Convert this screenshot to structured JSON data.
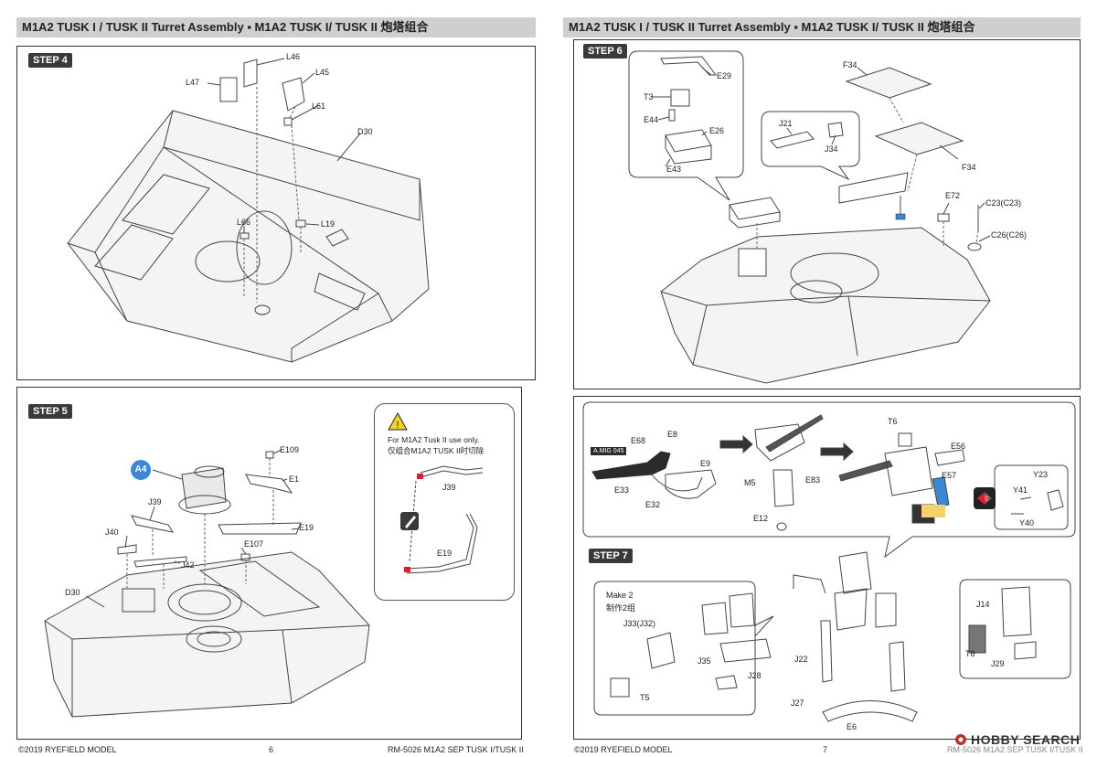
{
  "left_page": {
    "header": "M1A2 TUSK I / TUSK II Turret Assembly ▪ M1A2 TUSK I/ TUSK II 炮塔组合",
    "step4": {
      "label": "STEP 4",
      "parts": {
        "L47": "L47",
        "L46": "L46",
        "L45": "L45",
        "L61": "L61",
        "D30": "D30",
        "L66": "L66",
        "L19": "L19"
      }
    },
    "step5": {
      "label": "STEP 5",
      "badge": "A4",
      "parts": {
        "E109": "E109",
        "E1": "E1",
        "J39": "J39",
        "E19": "E19",
        "E107": "E107",
        "J40": "J40",
        "J42": "J42",
        "D30": "D30"
      },
      "callout": {
        "note_en": "For M1A2 Tusk II use only.",
        "note_cn": "仅组合M1A2 TUSK II时切除",
        "part_j39": "J39",
        "part_e19": "E19"
      }
    },
    "footer": {
      "copyright": "©2019 RYEFIELD MODEL",
      "page": "6",
      "product": "RM-5026 M1A2 SEP TUSK I/TUSK II"
    }
  },
  "right_page": {
    "header": "M1A2 TUSK I / TUSK II Turret Assembly ▪ M1A2 TUSK I/ TUSK II 炮塔组合",
    "step6": {
      "label": "STEP 6",
      "parts": {
        "E29": "E29",
        "T3": "T3",
        "E44": "E44",
        "E26": "E26",
        "E43": "E43",
        "J21": "J21",
        "J34": "J34",
        "F34a": "F34",
        "F34b": "F34",
        "E72": "E72",
        "C23": "C23(C23)",
        "C26": "C26(C26)"
      }
    },
    "mg_panel": {
      "paint_tag": "A.MIG 045",
      "parts": {
        "E68": "E68",
        "E8": "E8",
        "E9": "E9",
        "E33": "E33",
        "E32": "E32",
        "M5": "M5",
        "E83": "E83",
        "E12": "E12",
        "T6": "T6",
        "E56": "E56",
        "E57": "E57",
        "Y23": "Y23",
        "Y41": "Y41",
        "Y40": "Y40"
      }
    },
    "step7": {
      "label": "STEP 7",
      "make2_en": "Make 2",
      "make2_cn": "制作2组",
      "parts": {
        "J33": "J33(J32)",
        "T5": "T5",
        "J35": "J35",
        "J28": "J28",
        "J22": "J22",
        "J27": "J27",
        "E6": "E6",
        "J14": "J14",
        "T8": "T8",
        "J29": "J29"
      }
    },
    "footer": {
      "copyright": "©2019 RYEFIELD MODEL",
      "page": "7",
      "product": "RM-5026 M1A2 SEP TUSK I/TUSK II",
      "watermark": "HOBBY SEARCH"
    }
  }
}
